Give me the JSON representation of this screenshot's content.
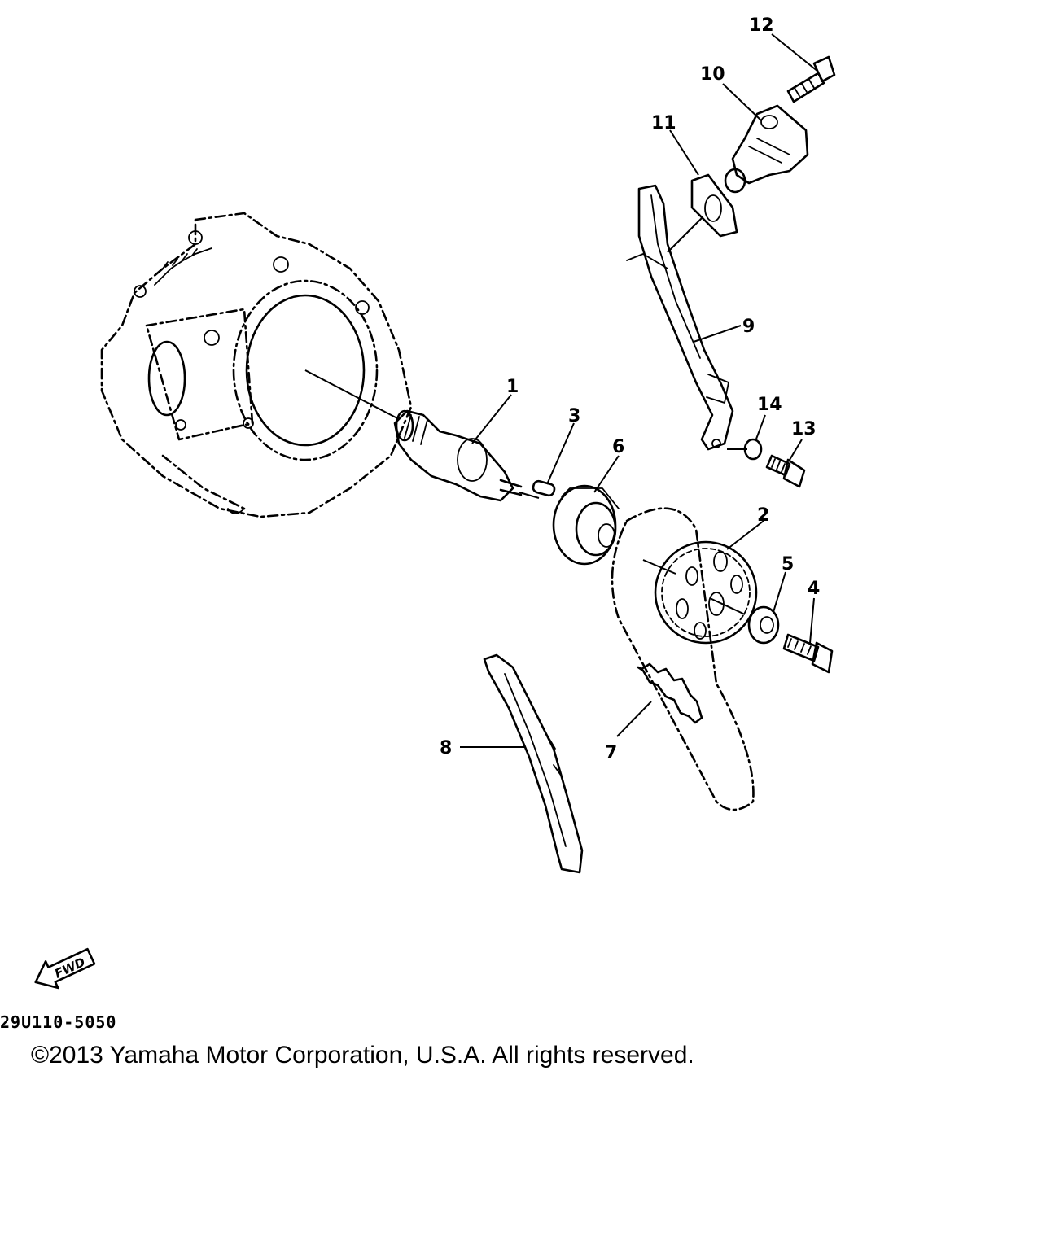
{
  "diagram_code": "29U110-5050",
  "copyright": "©2013 Yamaha Motor Corporation, U.S.A. All rights reserved.",
  "fwd_label": "FWD",
  "callouts": {
    "p1": "1",
    "p2": "2",
    "p3": "3",
    "p4": "4",
    "p5": "5",
    "p6": "6",
    "p7": "7",
    "p8": "8",
    "p9": "9",
    "p10": "10",
    "p11": "11",
    "p12": "12",
    "p13": "13",
    "p14": "14"
  }
}
